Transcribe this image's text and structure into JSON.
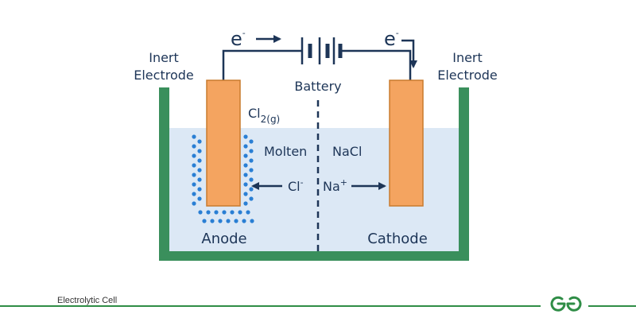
{
  "colors": {
    "ink": "#1d3557",
    "electrode_fill": "#f4a460",
    "electrode_stroke": "#c97b2e",
    "container": "#3a8f5c",
    "electrolyte": "#dce8f5",
    "ion_dots": "#2a7fd4",
    "brand": "#2f8d46"
  },
  "icons": {
    "logo": "gfg-logo-icon",
    "battery": "battery-icon"
  },
  "diagram": {
    "left_label_line1": "Inert",
    "left_label_line2": "Electrode",
    "right_label_line1": "Inert",
    "right_label_line2": "Electrode",
    "electron_symbol": "e",
    "electron_charge": "-",
    "battery_label": "Battery",
    "gas_main": "Cl",
    "gas_sub": "2(g)",
    "molten_label": "Molten",
    "nacl_label": "NaCl",
    "chloride_main": "Cl",
    "chloride_charge": "-",
    "sodium_main": "Na",
    "sodium_charge": "+",
    "anode_label": "Anode",
    "cathode_label": "Cathode"
  },
  "footer": {
    "caption": "Electrolytic Cell"
  }
}
